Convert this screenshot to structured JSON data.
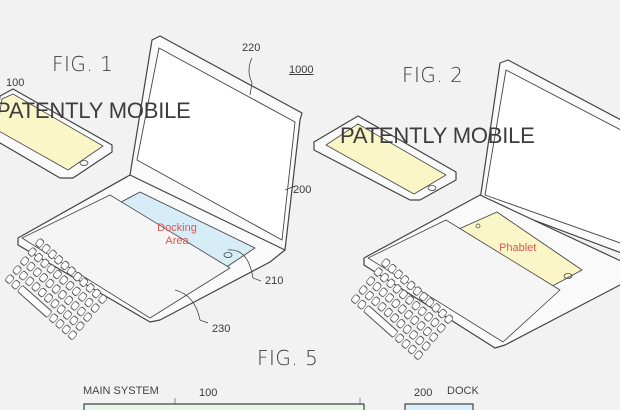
{
  "figures": {
    "fig1": {
      "title": "FIG. 1",
      "refs": {
        "phone": "100",
        "screen": "220",
        "system": "1000",
        "base": "200",
        "dock": "210",
        "keyboard": "230"
      },
      "docking_label_line1": "Docking",
      "docking_label_line2": "Area"
    },
    "fig2": {
      "title": "FIG. 2",
      "phablet_label": "Phablet"
    },
    "fig5": {
      "title": "FIG. 5",
      "main_system_label": "MAIN SYSTEM",
      "main_ref": "100",
      "dock_ref": "200",
      "dock_label": "DOCK"
    }
  },
  "watermark": "PATENTLY MOBILE",
  "colors": {
    "background": "#f2f2f2",
    "phone_screen": "#fbf6c8",
    "docking_area": "#d6ecf6",
    "label_red": "#e05555",
    "line": "#444444",
    "main_block": "#e8f6ea",
    "dock_block": "#d9eef8"
  }
}
